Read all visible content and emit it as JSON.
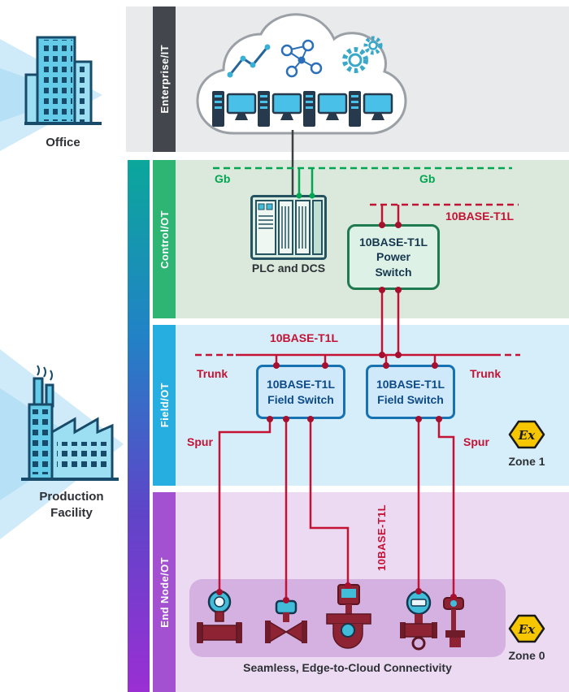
{
  "colors": {
    "red_line": "#c41235",
    "green_line": "#00a651",
    "enterprise_bar": "#43474d",
    "control_bar": "#2fb573",
    "field_bar": "#27aee0",
    "endnode_bar": "#a351d1",
    "zone_yellow": "#f6c700"
  },
  "left_panel": {
    "office_label": "Office",
    "production_label": "Production Facility"
  },
  "bands": {
    "enterprise_label": "Enterprise/IT",
    "control_label": "Control/OT",
    "field_label": "Field/OT",
    "endnode_label": "End Node/OT"
  },
  "control_layer": {
    "gb_left": "Gb",
    "gb_right": "Gb",
    "t1l_link": "10BASE-T1L",
    "plc_label": "PLC and DCS",
    "power_switch_label": "10BASE-T1L\nPower\nSwitch"
  },
  "field_layer": {
    "t1l_link": "10BASE-T1L",
    "trunk_left": "Trunk",
    "trunk_right": "Trunk",
    "spur_left": "Spur",
    "spur_right": "Spur",
    "field_switch_1": "10BASE-T1L\nField Switch",
    "field_switch_2": "10BASE-T1L\nField Switch",
    "zone_label": "Zone 1",
    "ex_symbol": "Ex"
  },
  "endnode_layer": {
    "t1l_vertical": "10BASE-T1L",
    "caption": "Seamless, Edge-to-Cloud Connectivity",
    "zone_label": "Zone 0",
    "ex_symbol": "Ex"
  }
}
